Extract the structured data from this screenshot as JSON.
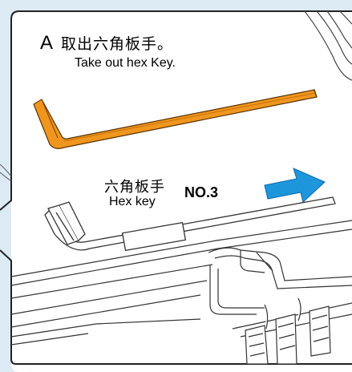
{
  "step": {
    "letter": "A",
    "title_cn": "取出六角板手。",
    "title_en": "Take out hex Key."
  },
  "tool": {
    "name_cn": "六角板手",
    "name_en": "Hex key",
    "size": "NO.3"
  },
  "colors": {
    "hex_key_orange": "#F0961E",
    "arrow_blue": "#1E96DC",
    "line_art": "#333333",
    "frame_fill": "#DCEAF4"
  },
  "icons": {
    "direction": "right-arrow-icon"
  }
}
